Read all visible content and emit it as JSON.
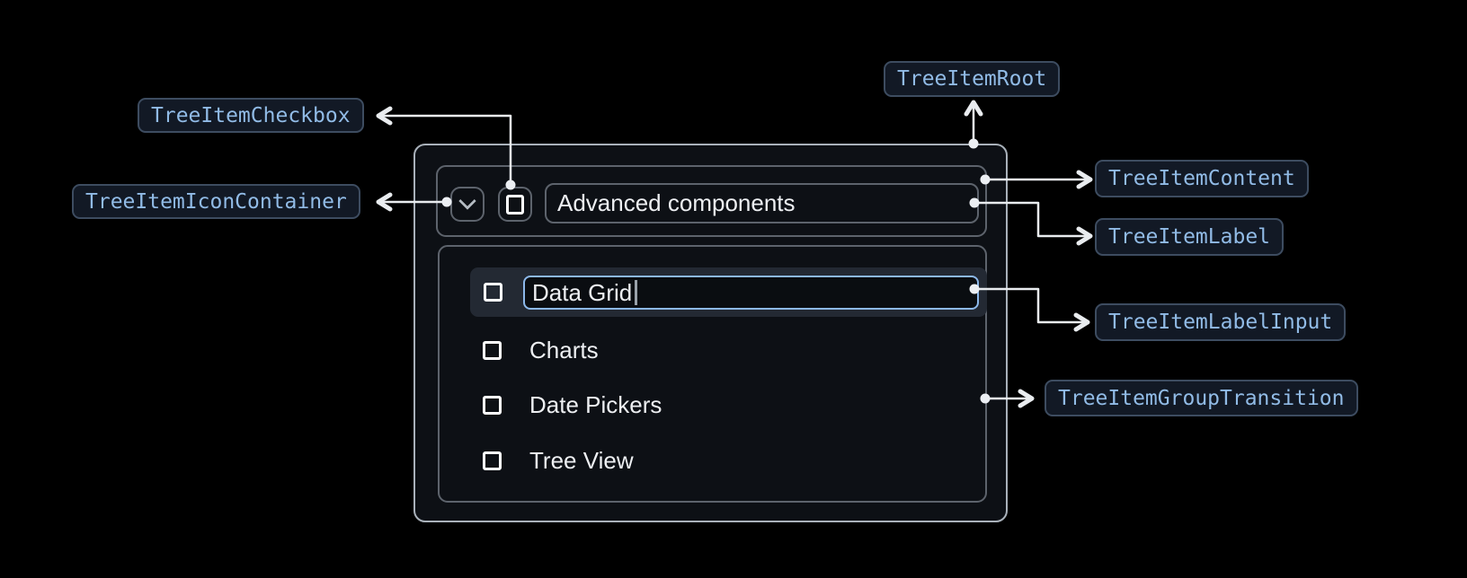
{
  "annotations": {
    "badges": [
      {
        "label": "TreeItemCheckbox"
      },
      {
        "label": "TreeItemIconContainer"
      },
      {
        "label": "TreeItemRoot"
      },
      {
        "label": "TreeItemContent"
      },
      {
        "label": "TreeItemLabel"
      },
      {
        "label": "TreeItemLabelInput"
      },
      {
        "label": "TreeItemGroupTransition"
      }
    ]
  },
  "tree": {
    "root_item": {
      "label": "Advanced components",
      "expanded": true,
      "checkbox_checked": false
    },
    "editing_item": {
      "value": "Data Grid",
      "checkbox_checked": false
    },
    "items": [
      {
        "label": "Charts",
        "checkbox_checked": false
      },
      {
        "label": "Date Pickers",
        "checkbox_checked": false
      },
      {
        "label": "Tree View",
        "checkbox_checked": false
      }
    ]
  },
  "icons": {
    "expand": "chevron-down-icon",
    "checkbox": "checkbox-unchecked-icon"
  },
  "colors": {
    "page_background": "#000000",
    "root_border": "#a9b1ba",
    "inner_border": "#5d636c",
    "row_highlight": "#232933",
    "input_accent_blue": "#8cb8ea",
    "badge_background": "#121925",
    "badge_border": "#3d4c60",
    "badge_text": "#91bbe6",
    "tree_text": "#edeff2",
    "arrow": "#e9ecef"
  }
}
